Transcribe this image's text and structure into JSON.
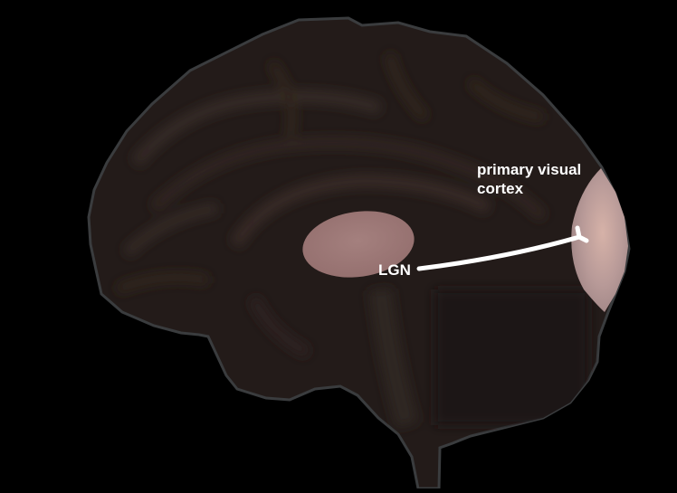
{
  "diagram": {
    "subject": "sagittal brain section showing visual pathway",
    "background_color": "#000000",
    "brain_color": "#231b19",
    "brain_outline_color": "#3a3c3e",
    "highlight_color": "#a88a88",
    "pathway_color": "#ffffff",
    "regions": [
      {
        "id": "lgn",
        "label": "LGN",
        "shape": "ellipse"
      },
      {
        "id": "v1",
        "label_line1": "primary visual",
        "label_line2": "cortex",
        "shape": "occipital-pole"
      }
    ],
    "connection": {
      "from": "LGN",
      "to": "primary visual cortex",
      "style": "white curved line with forked end"
    }
  }
}
